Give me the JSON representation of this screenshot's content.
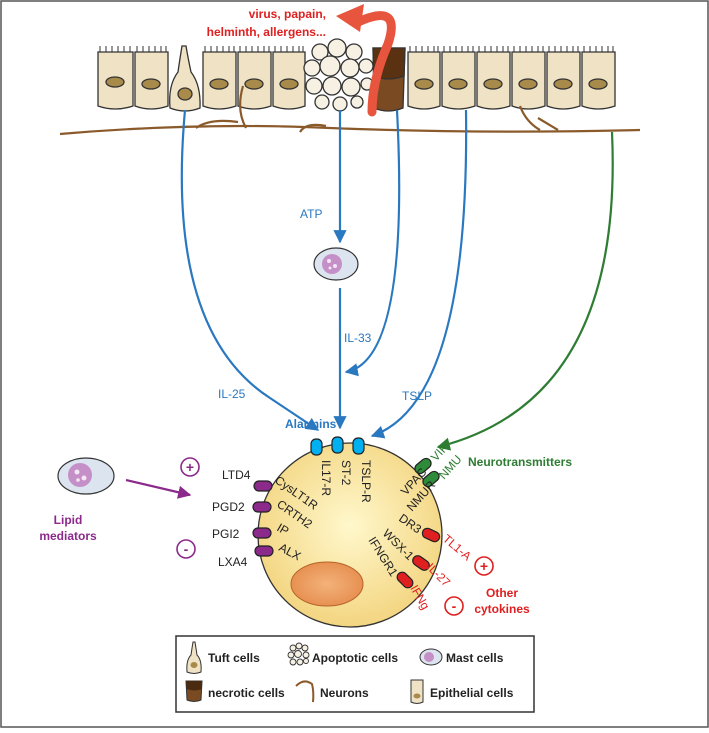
{
  "stimuli": [
    "virus, papain,",
    "helminth, allergens..."
  ],
  "blue_labels": {
    "atp": "ATP",
    "il33": "IL-33",
    "il25": "IL-25",
    "tslp": "TSLP",
    "alarmins": "Alarmins"
  },
  "neurotransmitters": "Neurotransmitters",
  "lipid_mediators": [
    "Lipid",
    "mediators"
  ],
  "other_cytokines": [
    "Other",
    "cytokines"
  ],
  "alarmin_receptors": [
    "IL17-R",
    "ST-2",
    "TSLP-R"
  ],
  "neuro_receptors": [
    "VPAC",
    "NMUR"
  ],
  "neuro_ligands": [
    "VIP",
    "NMU"
  ],
  "lipid_receptors": [
    "CysLT1R",
    "CRTH2",
    "IP",
    "ALX"
  ],
  "lipid_ligands": [
    "LTD4",
    "PGD2",
    "PGI2",
    "LXA4"
  ],
  "cytokine_receptors": [
    "DR3",
    "WSX-1",
    "IFNGR1"
  ],
  "cytokine_ligands": [
    "TL1-A",
    "IL-27",
    "IFNg"
  ],
  "signs": {
    "plus": "+",
    "minus": "-"
  },
  "legend": {
    "tuft": "Tuft cells",
    "apoptotic": "Apoptotic cells",
    "mast": "Mast cells",
    "necrotic": "necrotic cells",
    "neurons": "Neurons",
    "epithelial": "Epithelial cells"
  },
  "colors": {
    "blue": "#2a78c0",
    "green": "#2e7d32",
    "red": "#e02020",
    "purple": "#8b2a8b",
    "brown": "#8b5a2b",
    "cell_fill": "#f0e2c4"
  }
}
